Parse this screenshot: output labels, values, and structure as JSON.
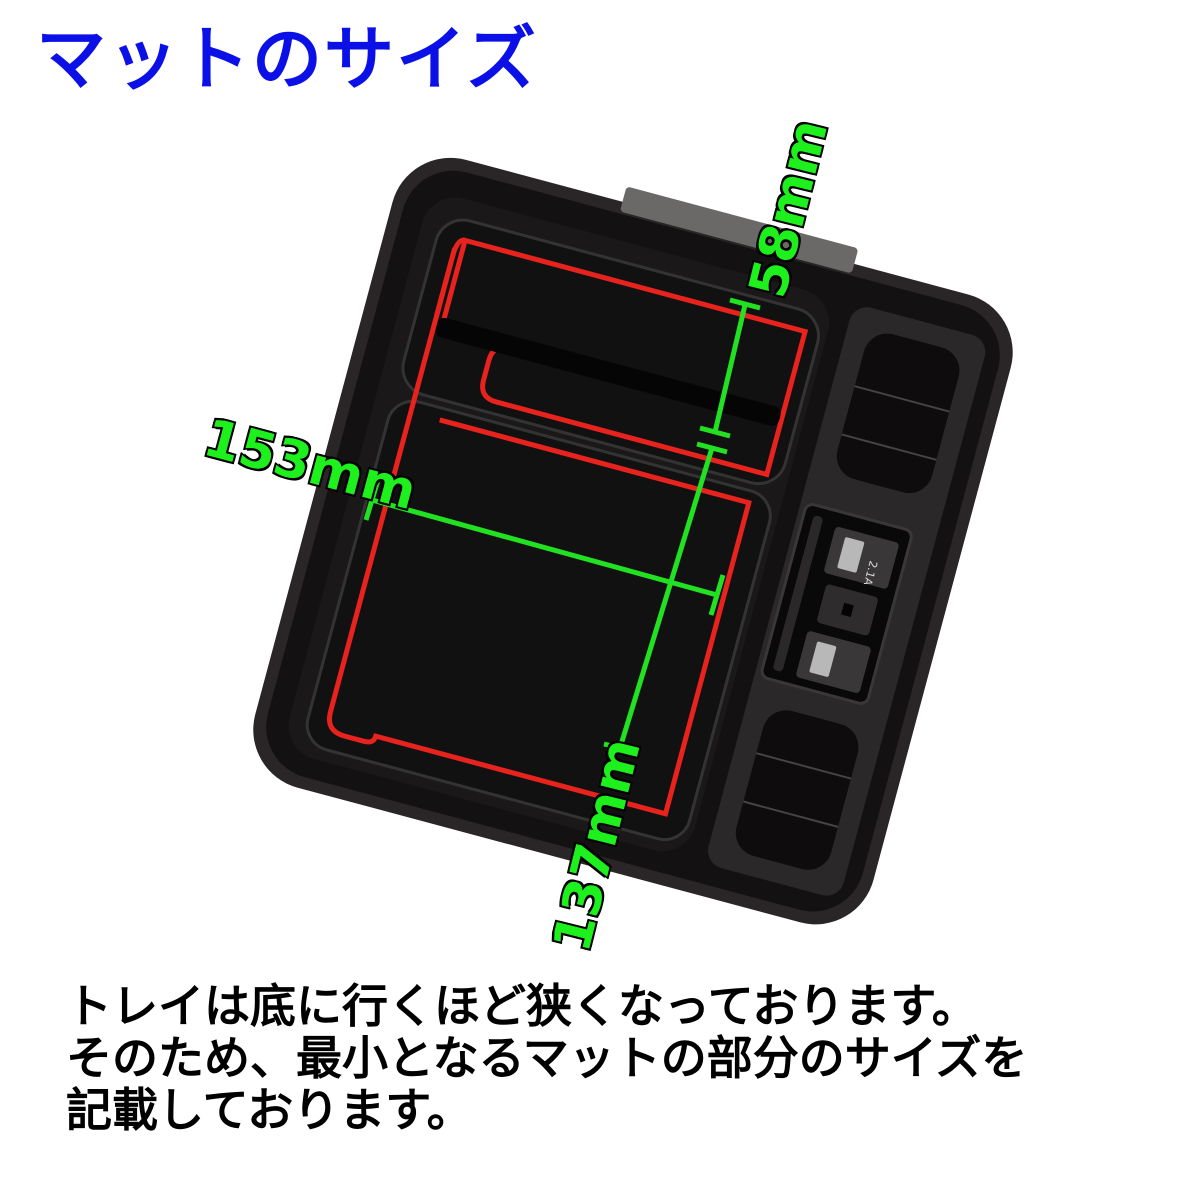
{
  "title": "マットのサイズ",
  "dimensions": {
    "top_section_height": "58mm",
    "width": "153mm",
    "lower_section_height": "137mm"
  },
  "port_panel": {
    "usb_rating": "2.1A"
  },
  "note": {
    "lines": [
      "トレイは底に行くほど狭くなっております。",
      "そのため、最小となるマットの部分のサイズを",
      "記載しております。"
    ]
  },
  "colors": {
    "title": "#0a10e6",
    "dimension_text": "#1ef01e",
    "dimension_line": "#22e022",
    "mat_outline": "#e8231e",
    "tray": "#1a1617"
  }
}
